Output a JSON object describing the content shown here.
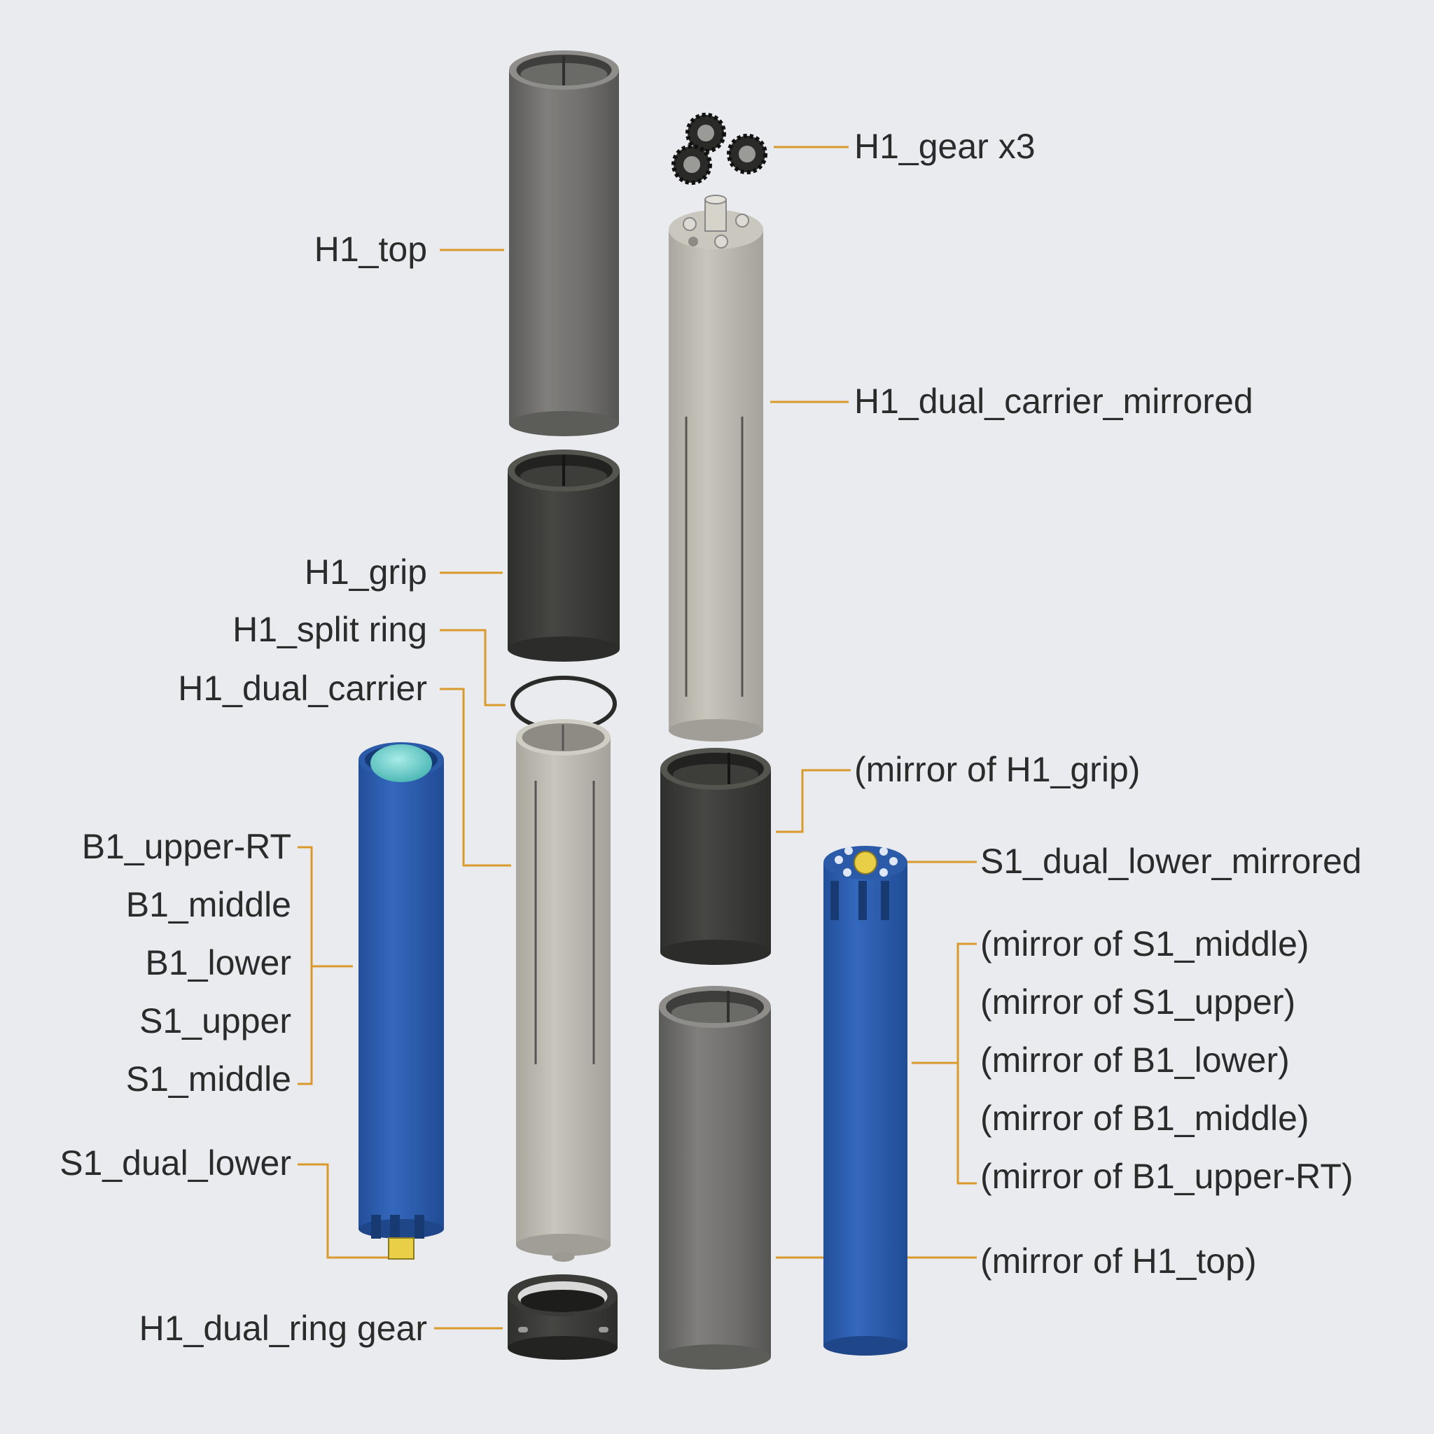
{
  "colors": {
    "background": "#eaebef",
    "leader": "#d99a2b",
    "label": "#2b2b2b",
    "dark_gray": "#6f6f6c",
    "charcoal": "#3d3d3b",
    "light_gray": "#bdbbb2",
    "blue": "#2f62b5",
    "lens": "#6fd2cf",
    "brass": "#e8cf47"
  },
  "labels": {
    "h1_top": "H1_top",
    "h1_gear": "H1_gear x3",
    "h1_dual_carrier_mirrored": "H1_dual_carrier_mirrored",
    "h1_grip": "H1_grip",
    "h1_split_ring": "H1_split ring",
    "h1_dual_carrier": "H1_dual_carrier",
    "mirror_h1_grip": "(mirror of H1_grip)",
    "b1_upper_rt": "B1_upper-RT",
    "b1_middle": "B1_middle",
    "b1_lower": "B1_lower",
    "s1_upper": "S1_upper",
    "s1_middle": "S1_middle",
    "s1_dual_lower_mirrored": "S1_dual_lower_mirrored",
    "mirror_s1_middle": "(mirror of S1_middle)",
    "mirror_s1_upper": "(mirror of S1_upper)",
    "mirror_b1_lower": "(mirror of B1_lower)",
    "mirror_b1_middle": "(mirror of B1_middle)",
    "mirror_b1_upper_rt": "(mirror of B1_upper-RT)",
    "s1_dual_lower": "S1_dual_lower",
    "mirror_h1_top": "(mirror of H1_top)",
    "h1_dual_ring_gear": "H1_dual_ring gear"
  }
}
